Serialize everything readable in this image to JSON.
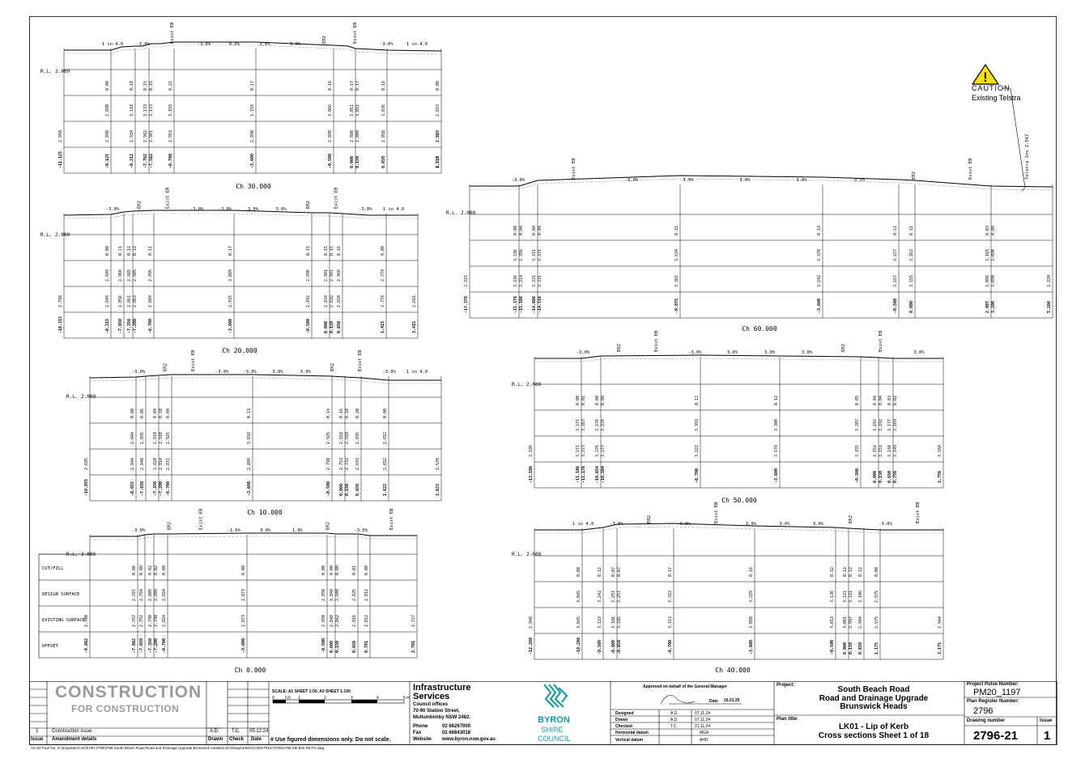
{
  "sections": [
    {
      "title": "Ch 30.000",
      "rl": "R.L. 2.000",
      "labels": [
        {
          "t": "1 in 4.0"
        },
        {
          "t": "-3.0%"
        },
        {
          "t": "Exist EB"
        },
        {
          "t": "-3.0%"
        },
        {
          "t": "0.0%"
        },
        {
          "t": "3.0%"
        },
        {
          "t": "3.0%"
        },
        {
          "t": "ER2"
        },
        {
          "t": "Exist EB"
        },
        {
          "t": "-3.0%"
        },
        {
          "t": "1 in 4.0"
        }
      ],
      "columns": [
        {
          "cf": "",
          "ds": "",
          "es": "2.850",
          "off": "-11.125"
        },
        {
          "cf": "0.00",
          "ds": "2.890",
          "es": "2.890",
          "off": "-9.125"
        },
        {
          "cf": "0.18",
          "ds": "3.118",
          "es": "2.934",
          "off": "-8.212"
        },
        {
          "cf": "0.15 0.15",
          "ds": "3.133 3.133",
          "es": "2.982 2.981",
          "off": "-7.702 -7.562"
        },
        {
          "cf": "0.21",
          "ds": "3.159",
          "es": "2.953",
          "off": "-6.700"
        },
        {
          "cf": "0.17",
          "ds": "3.159",
          "es": "2.990",
          "off": "-3.600"
        },
        {
          "cf": "0.18",
          "ds": "3.066",
          "es": "2.890",
          "off": "-0.500"
        },
        {
          "cf": "0.17 0.17",
          "ds": "3.051 3.051",
          "es": "2.880 2.880",
          "off": "0.000 0.150"
        },
        {
          "cf": "0.18",
          "ds": "3.036",
          "es": "2.858",
          "off": "0.650"
        },
        {
          "cf": "0.00",
          "ds": "2.819",
          "es": "2.819",
          "off": "1.519"
        },
        {
          "cf": "",
          "ds": "",
          "es": "2.769",
          "off": "3.519"
        }
      ]
    },
    {
      "title": "Ch 20.000",
      "rl": "R.L. 2.000",
      "labels": [
        {
          "t": "-3.0%"
        },
        {
          "t": "ER2"
        },
        {
          "t": "Exist EB"
        },
        {
          "t": "-3.0%"
        },
        {
          "t": "-3.0%"
        },
        {
          "t": "3.0%"
        },
        {
          "t": "3.0%"
        },
        {
          "t": "ER2"
        },
        {
          "t": "Exist EB"
        },
        {
          "t": "-3.0%"
        },
        {
          "t": "1 in 4.0"
        }
      ],
      "columns": [
        {
          "cf": "",
          "ds": "",
          "es": "2.798",
          "off": "-10.315"
        },
        {
          "cf": "0.00",
          "ds": "2.849",
          "es": "2.849",
          "off": "-8.315"
        },
        {
          "cf": "0.11",
          "ds": "2.966",
          "es": "2.856",
          "off": "-7.850"
        },
        {
          "cf": "0.12 0.12",
          "ds": "2.985 2.985",
          "es": "2.861 2.863",
          "off": "-7.350 -7.200"
        },
        {
          "cf": "0.11",
          "ds": "2.996",
          "es": "2.884",
          "off": "-6.700"
        },
        {
          "cf": "0.17",
          "ds": "3.089",
          "es": "2.915",
          "off": "-3.600"
        },
        {
          "cf": "0.15",
          "ds": "2.996",
          "es": "2.842",
          "off": "-0.500"
        },
        {
          "cf": "0.15 0.15",
          "ds": "2.981 2.981",
          "es": "2.834 2.832",
          "off": "0.000 0.150"
        },
        {
          "cf": "0.16",
          "ds": "2.966",
          "es": "2.810",
          "off": "0.650"
        },
        {
          "cf": "0.00",
          "ds": "2.774",
          "es": "2.774",
          "off": "1.415"
        },
        {
          "cf": "",
          "ds": "",
          "es": "2.681",
          "off": "3.415"
        }
      ]
    },
    {
      "title": "Ch 10.000",
      "rl": "R.L. 2.000",
      "labels": [
        {
          "t": "-3.0%"
        },
        {
          "t": "ER2"
        },
        {
          "t": "Exist EB"
        },
        {
          "t": "-3.0%"
        },
        {
          "t": "-3.0%"
        },
        {
          "t": "3.0%"
        },
        {
          "t": "3.0%"
        },
        {
          "t": "ER2"
        },
        {
          "t": "Exist EB"
        },
        {
          "t": "-3.0%"
        },
        {
          "t": "1 in 4.0"
        }
      ],
      "columns": [
        {
          "cf": "",
          "ds": "",
          "es": "2.685",
          "off": "-10.055"
        },
        {
          "cf": "0.00",
          "ds": "2.844",
          "es": "2.844",
          "off": "-8.055"
        },
        {
          "cf": "0.06",
          "ds": "2.895",
          "es": "2.840",
          "off": "-7.850"
        },
        {
          "cf": "0.09 0.10",
          "ds": "2.910 2.910",
          "es": "2.820 2.814",
          "off": "-7.350 -7.200"
        },
        {
          "cf": "0.09",
          "ds": "2.925",
          "es": "2.831",
          "off": "-6.700"
        },
        {
          "cf": "0.13",
          "ds": "3.018",
          "es": "2.889",
          "off": "-3.600"
        },
        {
          "cf": "0.14",
          "ds": "2.925",
          "es": "2.790",
          "off": "-0.500"
        },
        {
          "cf": "0.16 0.18",
          "ds": "2.910 2.910",
          "es": "2.753 2.732",
          "off": "0.000 0.150"
        },
        {
          "cf": "0.20",
          "ds": "2.895",
          "es": "2.693",
          "off": "0.650"
        },
        {
          "cf": "0.00",
          "ds": "2.652",
          "es": "2.652",
          "off": "1.623"
        },
        {
          "cf": "",
          "ds": "",
          "es": "2.539",
          "off": "3.623"
        }
      ]
    },
    {
      "title": "Ch 0.000",
      "rl": "R.L. 2.000",
      "labels": [
        {
          "t": "-3.0%"
        },
        {
          "t": "ER2"
        },
        {
          "t": "Exist EB"
        },
        {
          "t": "-1.6%"
        },
        {
          "t": "0.8%"
        },
        {
          "t": "1.9%"
        },
        {
          "t": "ER2"
        },
        {
          "t": "-3.0%"
        },
        {
          "t": "Exist EB"
        }
      ],
      "rowlabels": [
        "CUT/FILL",
        "DESIGN SURFACE",
        "EXISTING SURFACE",
        "OFFSET"
      ],
      "columns": [
        {
          "cf": "",
          "ds": "",
          "es": "2.700",
          "off": "-9.862"
        },
        {
          "cf": "0.00",
          "ds": "2.797",
          "es": "2.797",
          "off": "-7.862"
        },
        {
          "cf": "0.00",
          "ds": "2.794",
          "es": "2.792",
          "off": "-7.850"
        },
        {
          "cf": "0.02 0.02",
          "ds": "2.809 2.809",
          "es": "2.790 2.790",
          "off": "-7.350 -7.200"
        },
        {
          "cf": "0.00",
          "ds": "2.824",
          "es": "2.824",
          "off": "-6.700"
        },
        {
          "cf": "0.00",
          "ds": "2.873",
          "es": "2.873",
          "off": "-3.600"
        },
        {
          "cf": "0.00",
          "ds": "2.850",
          "es": "2.850",
          "off": "-0.500"
        },
        {
          "cf": "0.00 0.00",
          "ds": "2.840 2.840",
          "es": "2.840 2.842",
          "off": "0.000 0.150"
        },
        {
          "cf": "0.01",
          "ds": "2.825",
          "es": "2.816",
          "off": "0.650"
        },
        {
          "cf": "0.00",
          "ds": "2.812",
          "es": "2.812",
          "off": "0.701"
        },
        {
          "cf": "",
          "ds": "",
          "es": "2.727",
          "off": "2.701"
        }
      ]
    },
    {
      "title": "Ch 60.000",
      "rl": "R.L. 2.000",
      "labels": [
        {
          "t": "-3.0%"
        },
        {
          "t": "Exist EB"
        },
        {
          "t": "-3.0%"
        },
        {
          "t": "3.0%"
        },
        {
          "t": "3.0%"
        },
        {
          "t": "3.0%"
        },
        {
          "t": "-3.5%"
        },
        {
          "t": "ER2"
        },
        {
          "t": "Exist EB"
        },
        {
          "t": "Telstra Inv 2.547"
        }
      ],
      "columns": [
        {
          "cf": "",
          "ds": "",
          "es": "3.315",
          "off": "-17.376"
        },
        {
          "cf": "0.00 0.04",
          "ds": "3.336 3.356",
          "es": "3.336 3.314",
          "off": "-15.376 -15.166"
        },
        {
          "cf": "0.04 0.04",
          "ds": "3.371 3.371",
          "es": "3.331 3.331",
          "off": "-14.666 -14.516"
        },
        {
          "cf": "0.15",
          "ds": "3.534",
          "es": "3.381",
          "off": "-9.075"
        },
        {
          "cf": "0.13",
          "ds": "3.370",
          "es": "3.242",
          "off": "-3.600"
        },
        {
          "cf": "0.11",
          "ds": "3.277",
          "es": "3.167",
          "off": "-0.500"
        },
        {
          "cf": "0.11",
          "ds": "3.262",
          "es": "3.155",
          "off": "0.000"
        },
        {
          "cf": "0.03 0.00",
          "ds": "3.165 3.090",
          "es": "3.098 3.090",
          "off": "2.907 3.208"
        },
        {
          "cf": "",
          "ds": "",
          "es": "3.120",
          "off": "5.208"
        }
      ]
    },
    {
      "title": "Ch 50.000",
      "rl": "R.L. 2.000",
      "labels": [
        {
          "t": "-3.0%"
        },
        {
          "t": "ER2"
        },
        {
          "t": "Exist EB"
        },
        {
          "t": "-3.0%"
        },
        {
          "t": "3.0%"
        },
        {
          "t": "3.0%"
        },
        {
          "t": "3.0%"
        },
        {
          "t": "ER2"
        },
        {
          "t": "Exist EB"
        },
        {
          "t": "3.0%"
        }
      ],
      "columns": [
        {
          "cf": "",
          "ds": "",
          "es": "3.186",
          "off": "-13.186"
        },
        {
          "cf": "0.00 0.01",
          "ds": "3.271 3.263",
          "es": "3.271 3.273",
          "off": "-11.186 -11.176"
        },
        {
          "cf": "0.00 0.00",
          "ds": "3.278 3.278",
          "es": "3.276 3.277",
          "off": "-10.654 -10.504"
        },
        {
          "cf": "0.17",
          "ds": "3.393",
          "es": "3.222",
          "off": "-6.700"
        },
        {
          "cf": "0.12",
          "ds": "3.300",
          "es": "3.178",
          "off": "-3.600"
        },
        {
          "cf": "0.05",
          "ds": "3.207",
          "es": "3.155",
          "off": "-0.500"
        },
        {
          "cf": "0.04 0.04",
          "ds": "3.192 3.192",
          "es": "3.152 3.151",
          "off": "0.000 0.150"
        },
        {
          "cf": "0.03 0.02",
          "ds": "3.177 3.169",
          "es": "3.148 3.149",
          "off": "0.650 0.759"
        },
        {
          "cf": "",
          "ds": "",
          "es": "3.168",
          "off": "2.759"
        }
      ]
    },
    {
      "title": "Ch 40.000",
      "rl": "R.L. 2.000",
      "labels": [
        {
          "t": "1 in 4.0"
        },
        {
          "t": "-3.0%"
        },
        {
          "t": "ER2"
        },
        {
          "t": "-3.0%"
        },
        {
          "t": "Exist EB"
        },
        {
          "t": "3.0%"
        },
        {
          "t": "3.0%"
        },
        {
          "t": "3.0%"
        },
        {
          "t": "ER2"
        },
        {
          "t": "-3.0%"
        },
        {
          "t": "Exist EB"
        }
      ],
      "columns": [
        {
          "cf": "",
          "ds": "",
          "es": "2.948",
          "off": "-12.298"
        },
        {
          "cf": "0.00",
          "ds": "3.045",
          "es": "3.045",
          "off": "-10.298"
        },
        {
          "cf": "0.12",
          "ds": "3.242",
          "es": "3.123",
          "off": "-9.509"
        },
        {
          "cf": "0.07 0.07",
          "ds": "3.257 3.257",
          "es": "3.186 3.185",
          "off": "-8.809 -8.659"
        },
        {
          "cf": "0.17",
          "ds": "3.322",
          "es": "3.153",
          "off": "-6.700"
        },
        {
          "cf": "0.18",
          "ds": "3.229",
          "es": "3.050",
          "off": "-3.600"
        },
        {
          "cf": "0.12",
          "ds": "3.136",
          "es": "3.013",
          "off": "-0.500"
        },
        {
          "cf": "0.12 0.12",
          "ds": "3.121 3.121",
          "es": "3.001 2.997",
          "off": "0.000 0.150"
        },
        {
          "cf": "0.12",
          "ds": "3.106",
          "es": "2.984",
          "off": "0.650"
        },
        {
          "cf": "0.00",
          "ds": "2.975",
          "es": "2.975",
          "off": "1.175"
        },
        {
          "cf": "",
          "ds": "",
          "es": "2.944",
          "off": "3.175"
        }
      ]
    }
  ],
  "caution": {
    "title": "CAUTION",
    "text": "Existing Telstra"
  },
  "titleblock": {
    "construction_big": "CONSTRUCTION",
    "construction_sub": "FOR CONSTRUCTION",
    "issue_no": "1",
    "issue_desc": "Construction issue",
    "issue_drawn": "A.D.",
    "issue_checked": "T.C.",
    "issue_date": "05.12.24",
    "hdr_issue": "Issue",
    "hdr_amend": "Amendment details",
    "hdr_drawn": "Drawn",
    "hdr_check": "Check",
    "hdr_date": "Date",
    "scale": "SCALE: A1 SHEET 1:50, A3 SHEET 1:100",
    "scale_ticks": [
      "0",
      "0.5",
      "1",
      "2",
      "3",
      "4",
      "5"
    ],
    "scale_unit": "m",
    "figured": "# Use figured dimensions only. Do not scale.",
    "dept1": "Infrastructure",
    "dept2": "Services",
    "office": "Council offices",
    "addr1": "70-90 Station Street,",
    "addr2": "Mullumbimby  NSW 2482.",
    "phone_l": "Phone",
    "phone": "02 66267000",
    "fax_l": "Fax",
    "fax": "02 66843018",
    "web_l": "Website",
    "web": "www.byron.nsw.gov.au",
    "logo1": "BYRON",
    "logo2": "SHIRE",
    "logo3": "COUNCIL",
    "approved": "Approved on behalf of the General Manager",
    "date_l": "Date",
    "date_v": "16.01.25",
    "designed_l": "Designed",
    "designed_n": "A.D.",
    "designed_d": "07.11.24",
    "drawn_l": "Drawn",
    "drawn_n": "A.D.",
    "drawn_d": "07.11.24",
    "checked_l": "Checked",
    "checked_n": "T.C.",
    "checked_d": "21.11.24",
    "hdatum_l": "Horizontal datum",
    "hdatum": "MGA",
    "vdatum_l": "Vertical datum",
    "vdatum": "AHD",
    "project_l": "Project:",
    "project1": "South Beach Road",
    "project2": "Road and Drainage Upgrade",
    "project3": "Brunswick Heads",
    "plantitle_l": "Plan title:",
    "plan1": "LK01 - Lip of Kerb",
    "plan2": "Cross sections Sheet 1 of 18",
    "pulse_l": "Project Pulse Number:",
    "pulse": "PM20_1197",
    "register_l": "Plan Register Number:",
    "register": "2796",
    "dwgno_l": "Drawing number",
    "dwgno": "2796-21",
    "issue_l": "Issue",
    "issue": "1",
    "acad": "ACAD FILE No:  G:\\Engineer\\CAD\\2700-2799\\2796  South Beach Road  Road and Drainage Upgrade  Brunswick Heads\\Civil Design\\DWG\\CONSTRUCTION\\2796  Sth Bch Rd-FC.dwg"
  }
}
